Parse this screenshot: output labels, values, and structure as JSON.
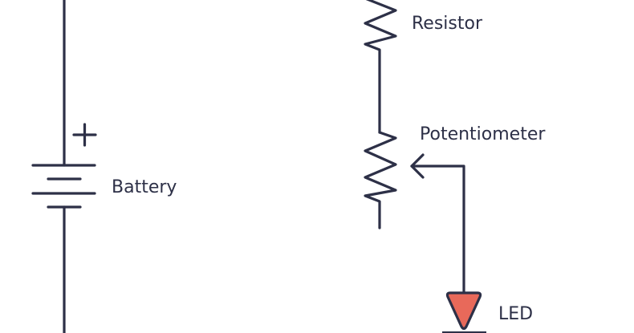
{
  "diagram": {
    "type": "circuit-schematic",
    "colors": {
      "stroke": "#2d3047",
      "led_fill": "#e8695a",
      "background": "#ffffff"
    },
    "components": [
      {
        "id": "battery",
        "kind": "battery",
        "label": "Battery",
        "polarity_mark": "+"
      },
      {
        "id": "resistor",
        "kind": "resistor",
        "label": "Resistor"
      },
      {
        "id": "potentiometer",
        "kind": "potentiometer",
        "label": "Potentiometer"
      },
      {
        "id": "led",
        "kind": "led",
        "label": "LED"
      }
    ],
    "connections": [
      {
        "from": "resistor",
        "to": "potentiometer"
      },
      {
        "from": "potentiometer",
        "to": "led",
        "via": "wiper"
      }
    ]
  }
}
